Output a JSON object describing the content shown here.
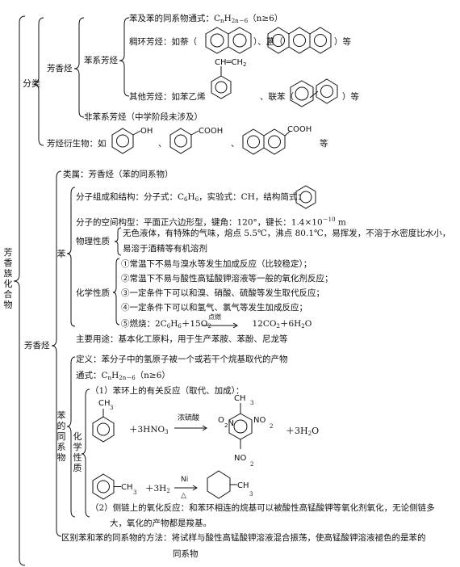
{
  "root": "芳香族化合物",
  "cls": {
    "label": "分类",
    "arom": "芳香烃",
    "benz": "苯系芳烃",
    "f1": "苯及苯的同系物通式：C",
    "f1b": "n",
    "f1c": "H",
    "f1d": "2n－6",
    "f1e": "（n≥6）",
    "f2a": "稠环芳烃：如萘（",
    "f2b": "）、蒽（",
    "f2c": "）等",
    "f3a": "其他芳烃：如苯乙烯",
    "f3b": "、联苯（",
    "f3c": "）等",
    "ch": "CH═CH",
    "ch2": "2",
    "nonb": "非苯系芳烃（中学阶段未涉及）",
    "deriv": "芳烃衍生物：如",
    "oh": "OH",
    "cooh": "COOH",
    "sep": "、",
    "deng": "等"
  },
  "ah": {
    "label": "芳香烃",
    "cat": "类属：芳香烃（苯的同系物）",
    "b": "苯",
    "c1": "分子组成和结构：分子式：C",
    "c1a": "6",
    "c1b": "H",
    "c1c": "，实验式：CH，结构简式：",
    "c2": "分子的空间构型：平面正六边形型，键角：120°，键长：1.4×10",
    "c2a": "－10",
    "c2b": " m",
    "phys": "物理性质",
    "p1": "无色液体，有特殊的气味，熔点 5.5℃，沸点 80.1℃，易挥发，不溶于水密度比水小，",
    "p2": "易溶于酒精等有机溶剂",
    "chem": "化学性质",
    "h1": "①常温下不易与溴水等发生加成反应（比较稳定）；",
    "h2": "②常温下不易与酸性高锰酸钾溶液等一般的氧化剂反应；",
    "h3": "③一定条件下可以和溴、硝酸、硫酸等发生取代反应；",
    "h4": "④一定条件下可以和氢气、氯气等发生加成反应；",
    "h5a": "⑤燃烧：2C",
    "h5b": "6",
    "h5c": "H",
    "h5d": "6",
    "h5e": "＋15O",
    "h5f": "2",
    "h5g": "12CO",
    "h5h": "2",
    "h5i": "＋6H",
    "h5j": "2",
    "h5k": "O",
    "ign": "点燃",
    "use": "主要用途：基本化工原料，用于生产苯胺、苯酚、尼龙等",
    "hom": "苯的同系物",
    "def": "定义：苯分子中的氢原子被一个或若干个烷基取代的产物",
    "gen": "通式：C",
    "gen2": "n",
    "gen3": "H",
    "gen4": "2n－6",
    "gen5": "（n≥6）",
    "hc": "化学性质",
    "r1": "（1）苯环上的有关反应（取代、加成）：",
    "ch3": "CH",
    "three": "3",
    "plus1": "＋3HNO",
    "conc": "浓硫酸",
    "no2": "NO",
    "o2n": "O",
    "n2": "2",
    "nn": "N",
    "plus2": "＋3H",
    "o": "O",
    "plus3": "＋3H",
    "ni": "Ni",
    "tri": "△",
    "r2a": "（2）侧链上的氧化反应：和苯环相连的烷基可以被酸性高锰酸钾等氧化剂氧化，无论侧链多",
    "r2b": "大，氧化的产物都是羧基。",
    "dist1": "区别苯和苯的同系物的方法：将试样与酸性高锰酸钾溶液混合振荡，使高锰酸钾溶液褪色的是苯的",
    "dist2": "同系物"
  }
}
